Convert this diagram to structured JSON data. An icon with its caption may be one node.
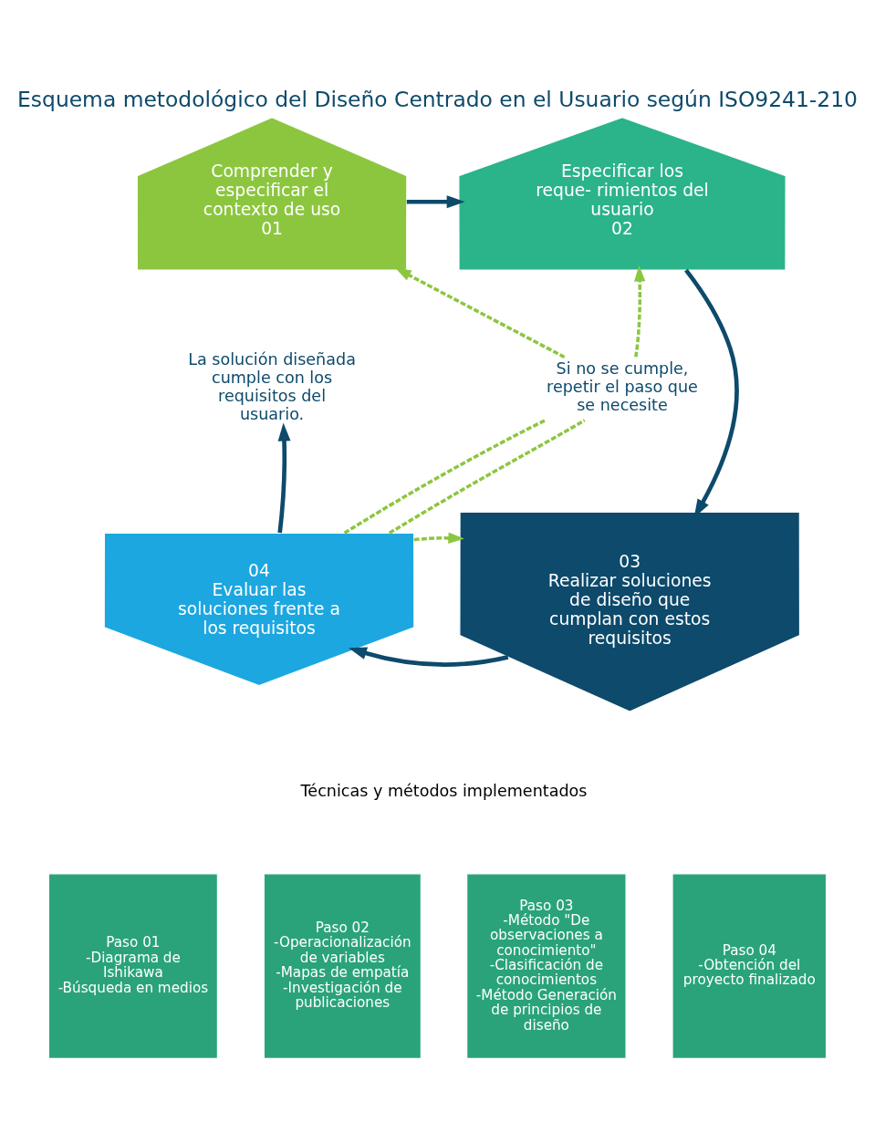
{
  "diagram": {
    "title": "Esquema metodológico del Diseño Centrado en el Usuario según ISO9241-210",
    "nodes": [
      {
        "text": [
          "Comprender y especificar el contexto de uso",
          "01"
        ]
      },
      {
        "text": [
          "Especificar los reque- rimientos del usuario",
          "02"
        ]
      },
      {
        "text": [
          "03",
          "Realizar soluciones de diseño que cumplan con estos requisitos"
        ]
      },
      {
        "text": [
          "04",
          "Evaluar las soluciones frente a los requisitos"
        ]
      },
      {
        "text": [
          "La solución diseñada cumple con los requisitos del usuario."
        ]
      },
      {
        "text": [
          "Si no se cumple, repetir el paso que se necesite"
        ]
      },
      {
        "text": [
          "Paso 01",
          "-Diagrama de Ishikawa",
          "-Búsqueda en medios"
        ]
      },
      {
        "text": [
          "Paso 02",
          "-Operacionalización de variables",
          "-Mapas de empatía",
          "-Investigación de publicaciones"
        ]
      },
      {
        "text": [
          "Paso 03",
          "-Método \"De observaciones a conocimiento\"",
          "-Clasificación de conocimientos",
          "-Método Generación de principios de diseño"
        ]
      },
      {
        "text": [
          "Paso 04",
          "-Obtención del proyecto finalizado"
        ]
      }
    ],
    "edges": [
      {
        "from": 0,
        "to": 1,
        "arrow": "to",
        "color": "#0d4a6b"
      },
      {
        "from": 1,
        "to": 2,
        "arrow": "to",
        "color": "#0d4a6b"
      },
      {
        "from": 2,
        "to": 3,
        "arrow": "to",
        "color": "#0d4a6b"
      },
      {
        "from": 3,
        "to": 4,
        "arrow": "to",
        "color": "#0d4a6b"
      },
      {
        "from": 3,
        "to": 5,
        "arrow": "none",
        "style": "dashed",
        "color": "#8cc63f"
      },
      {
        "from": 3,
        "to": 5,
        "arrow": "none",
        "style": "dashed",
        "color": "#8cc63f"
      },
      {
        "from": 5,
        "to": 0,
        "arrow": "to",
        "style": "dashed",
        "color": "#8cc63f"
      },
      {
        "from": 5,
        "to": 1,
        "arrow": "to",
        "style": "dashed",
        "color": "#8cc63f"
      },
      {
        "from": 3,
        "to": 2,
        "arrow": "to",
        "style": "dashed",
        "color": "#8cc63f"
      }
    ],
    "labels": [
      "Técnicas y métodos implementados"
    ]
  }
}
